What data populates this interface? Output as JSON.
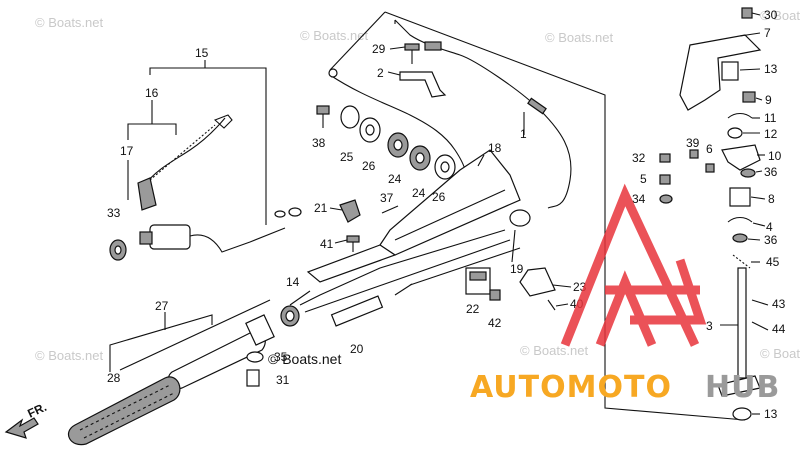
{
  "watermarks": [
    "© Boats.net",
    "© Boats.net",
    "© Boats.net",
    "© Boats.net",
    "© Boats.net",
    "© Boats.net",
    "© Boats.net"
  ],
  "center_watermark": "© Boats.net",
  "brand": {
    "part1": "AUTOMOTO",
    "part2": "HUB",
    "color1": "#f7a823",
    "color2": "#9a9a9a",
    "logo_color": "#e8343c"
  },
  "direction_label": "FR.",
  "parts": [
    "1",
    "2",
    "3",
    "4",
    "5",
    "6",
    "7",
    "8",
    "9",
    "10",
    "11",
    "12",
    "13",
    "13",
    "14",
    "15",
    "16",
    "17",
    "18",
    "19",
    "20",
    "21",
    "22",
    "23",
    "24",
    "24",
    "25",
    "26",
    "26",
    "27",
    "28",
    "29",
    "30",
    "31",
    "32",
    "33",
    "34",
    "35",
    "36",
    "36",
    "37",
    "38",
    "39",
    "40",
    "41",
    "42",
    "43",
    "44",
    "45"
  ]
}
